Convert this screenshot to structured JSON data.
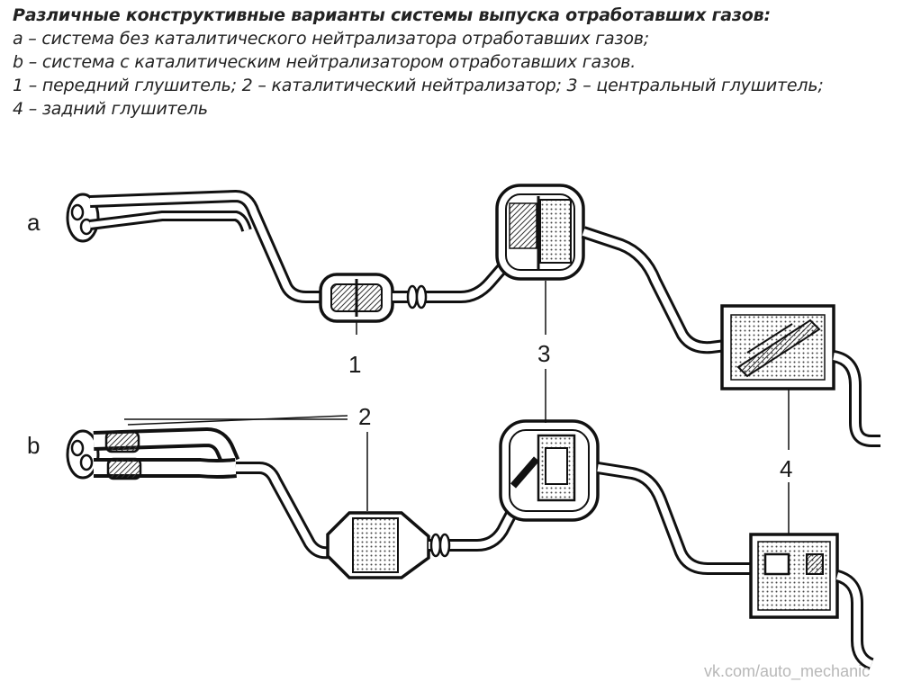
{
  "caption": {
    "title": "Различные конструктивные варианты системы выпуска отработавших газов:",
    "line_a": "а – система без каталитического нейтрализатора отработавших газов;",
    "line_b": "b – система с каталитическим нейтрализатором отработавших газов.",
    "line_parts": "1 – передний глушитель; 2 – каталитический нейтрализатор; 3 – центральный глушитель;",
    "line_4": "4 – задний глушитель"
  },
  "labels": {
    "variant_a": "a",
    "variant_b": "b",
    "part_1": "1",
    "part_2": "2",
    "part_3": "3",
    "part_4": "4"
  },
  "watermark": "vk.com/auto_mechanic"
}
